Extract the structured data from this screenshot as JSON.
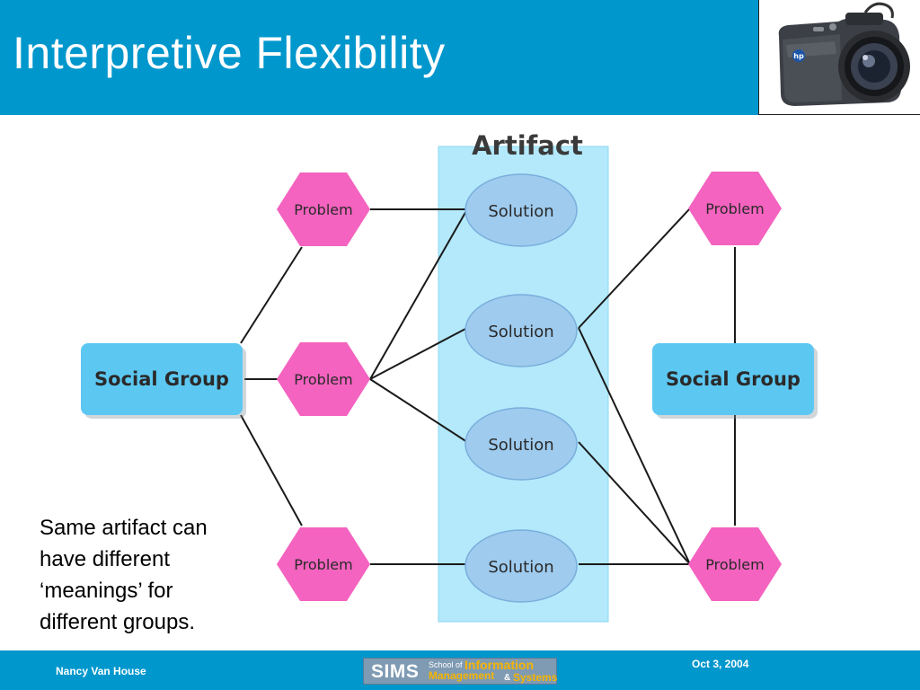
{
  "slide": {
    "title": "Interpretive Flexibility",
    "caption_lines": [
      "Same artifact can",
      "have different",
      "‘meanings’ for",
      "different groups."
    ]
  },
  "diagram": {
    "artifact_label": "Artifact",
    "left_group": "Social Group",
    "right_group": "Social Group",
    "problem_label": "Problem",
    "solution_label": "Solution"
  },
  "footer": {
    "author": "Nancy Van House",
    "date": "Oct 3, 2004",
    "logo": {
      "sims": "SIMS",
      "school_of": "School of",
      "information": "Information",
      "management": "Management",
      "amp": "&",
      "systems": "Systems"
    }
  },
  "colors": {
    "header": "#0097cd",
    "artifact_fill": "#b3e9fb",
    "social_group": "#5cc8f2",
    "problem": "#f463bf",
    "solution": "#9ecbee",
    "camera-icon": "camera-icon"
  }
}
